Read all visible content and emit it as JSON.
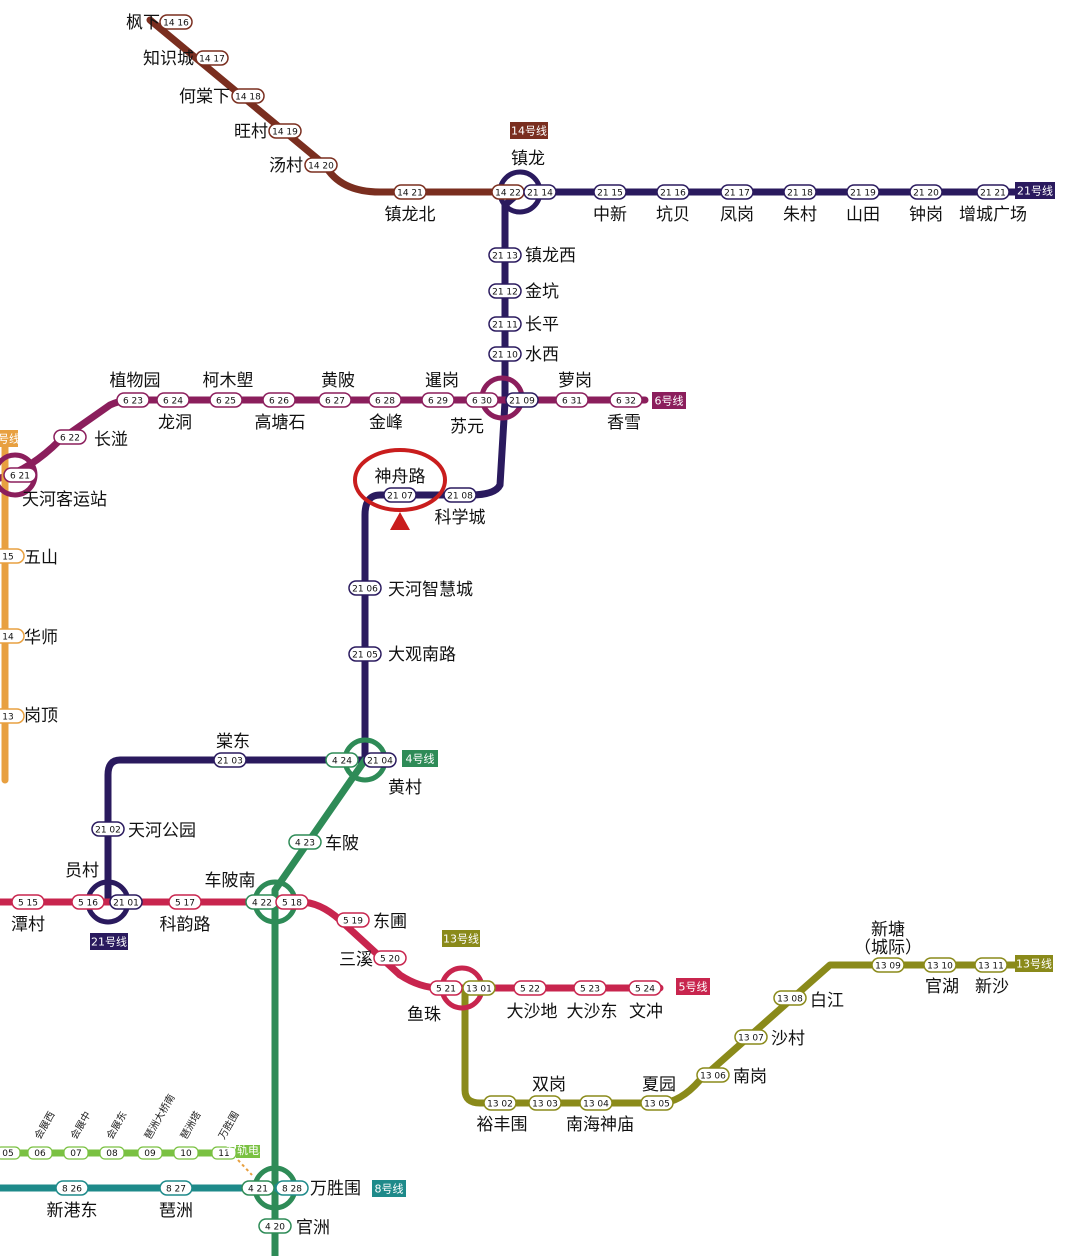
{
  "colors": {
    "line14": "#7a2e1f",
    "line21": "#2a1a5e",
    "line6": "#8b1e5c",
    "line4": "#2e8b57",
    "line5": "#c8254e",
    "line13": "#8a8a1a",
    "line8": "#1e8a8a",
    "line3": "#e8a040",
    "lineAPM": "#7ac142",
    "highlight": "#c91d1d"
  },
  "lines": [
    {
      "id": "line14",
      "badge": "14号线"
    },
    {
      "id": "line21_top",
      "badge": "21号线"
    },
    {
      "id": "line21_bottom",
      "badge": "21号线"
    },
    {
      "id": "line6",
      "badge": "6号线"
    },
    {
      "id": "line4",
      "badge": "4号线"
    },
    {
      "id": "line5",
      "badge": "5号线"
    },
    {
      "id": "line13_a",
      "badge": "13号线"
    },
    {
      "id": "line13_b",
      "badge": "13号线"
    },
    {
      "id": "line8",
      "badge": "8号线"
    },
    {
      "id": "line3",
      "badge": "号线"
    }
  ],
  "stations": {
    "fengxia": {
      "name": "枫下",
      "code": "14|16"
    },
    "zhishicheng": {
      "name": "知识城",
      "code": "14|17"
    },
    "hetangxia": {
      "name": "何棠下",
      "code": "14|18"
    },
    "wangcun": {
      "name": "旺村",
      "code": "14|19"
    },
    "tangcun": {
      "name": "汤村",
      "code": "14|20"
    },
    "zhenlongbei": {
      "name": "镇龙北",
      "code": "14|21"
    },
    "zhenlong": {
      "name": "镇龙",
      "code": "14|22",
      "code2": "21|14"
    },
    "zhongxin": {
      "name": "中新",
      "code": "21|15"
    },
    "kengbei": {
      "name": "坑贝",
      "code": "21|16"
    },
    "fenggang": {
      "name": "凤岗",
      "code": "21|17"
    },
    "zhucun": {
      "name": "朱村",
      "code": "21|18"
    },
    "shantian": {
      "name": "山田",
      "code": "21|19"
    },
    "zhonggang": {
      "name": "钟岗",
      "code": "21|20"
    },
    "zengcheng": {
      "name": "增城广场",
      "code": "21|21"
    },
    "zhenlongxi": {
      "name": "镇龙西",
      "code": "21|13"
    },
    "jinkeng": {
      "name": "金坑",
      "code": "21|12"
    },
    "changping": {
      "name": "长平",
      "code": "21|11"
    },
    "shuixi": {
      "name": "水西",
      "code": "21|10"
    },
    "suyuan": {
      "name": "苏元",
      "code": "6|30",
      "code2": "21|09"
    },
    "luogang": {
      "name": "萝岗",
      "code": "6|31"
    },
    "xiangxue": {
      "name": "香雪",
      "code": "6|32"
    },
    "zhiwuyuan": {
      "name": "植物园",
      "code": "6|23"
    },
    "longdong": {
      "name": "龙洞",
      "code": "6|24"
    },
    "kemulang": {
      "name": "柯木塱",
      "code": "6|25"
    },
    "gaotangshi": {
      "name": "高塘石",
      "code": "6|26"
    },
    "huangbei": {
      "name": "黄陂",
      "code": "6|27"
    },
    "jinfeng": {
      "name": "金峰",
      "code": "6|28"
    },
    "xiegang": {
      "name": "暹岗",
      "code": "6|29"
    },
    "changban": {
      "name": "长湴",
      "code": "6|22"
    },
    "tianhekeyun": {
      "name": "天河客运站",
      "code": "6|21"
    },
    "shenzhoulu": {
      "name": "神舟路",
      "code": "21|07"
    },
    "kexuecheng": {
      "name": "科学城",
      "code": "21|08"
    },
    "tianhezhihui": {
      "name": "天河智慧城",
      "code": "21|06"
    },
    "daguannan": {
      "name": "大观南路",
      "code": "21|05"
    },
    "huangcun": {
      "name": "黄村",
      "code": "4|24",
      "code2": "21|04"
    },
    "tangdong": {
      "name": "棠东",
      "code": "21|03"
    },
    "tianhegongyuan": {
      "name": "天河公园",
      "code": "21|02"
    },
    "yuancun": {
      "name": "员村",
      "code": "5|16",
      "code2": "21|01"
    },
    "chebei": {
      "name": "车陂",
      "code": "4|23"
    },
    "chebeinan": {
      "name": "车陂南",
      "code": "4|22",
      "code2": "5|18"
    },
    "tancun": {
      "name": "潭村",
      "code": "5|15"
    },
    "keyunlu": {
      "name": "科韵路",
      "code": "5|17"
    },
    "dongpu": {
      "name": "东圃",
      "code": "5|19"
    },
    "sanxi": {
      "name": "三溪",
      "code": "5|20"
    },
    "yuzhu": {
      "name": "鱼珠",
      "code": "5|21",
      "code2": "13|01"
    },
    "dashadi": {
      "name": "大沙地",
      "code": "5|22"
    },
    "dashadong": {
      "name": "大沙东",
      "code": "5|23"
    },
    "wenchong": {
      "name": "文冲",
      "code": "5|24"
    },
    "yufengwei": {
      "name": "裕丰围",
      "code": "13|02"
    },
    "shuanggang": {
      "name": "双岗",
      "code": "13|03"
    },
    "nanhaishenmiao": {
      "name": "南海神庙",
      "code": "13|04"
    },
    "xiayuan": {
      "name": "夏园",
      "code": "13|05"
    },
    "nangang": {
      "name": "南岗",
      "code": "13|06"
    },
    "shacun": {
      "name": "沙村",
      "code": "13|07"
    },
    "baijiang": {
      "name": "白江",
      "code": "13|08"
    },
    "xintang": {
      "name": "新塘",
      "name2": "（城际）",
      "code": "13|09"
    },
    "guanhu": {
      "name": "官湖",
      "code": "13|10"
    },
    "xinsha": {
      "name": "新沙",
      "code": "13|11"
    },
    "wushan": {
      "name": "五山",
      "code": "15"
    },
    "huashi": {
      "name": "华师",
      "code": "14"
    },
    "gangding": {
      "name": "岗顶",
      "code": "13"
    },
    "xingangdong": {
      "name": "新港东",
      "code": "8|26"
    },
    "pazhou": {
      "name": "琶洲",
      "code": "8|27"
    },
    "wanshengwei": {
      "name": "万胜围",
      "code": "4|21",
      "code2": "8|28"
    },
    "guanzhou": {
      "name": "官洲",
      "code": "4|20"
    }
  },
  "apm": {
    "labels": [
      "会展西",
      "会展中",
      "会展东",
      "琶洲大桥南",
      "琶洲塔",
      "万胜围"
    ],
    "codes": [
      "05",
      "06",
      "07",
      "08",
      "09",
      "10",
      "11"
    ],
    "badge": "有轨电车"
  }
}
